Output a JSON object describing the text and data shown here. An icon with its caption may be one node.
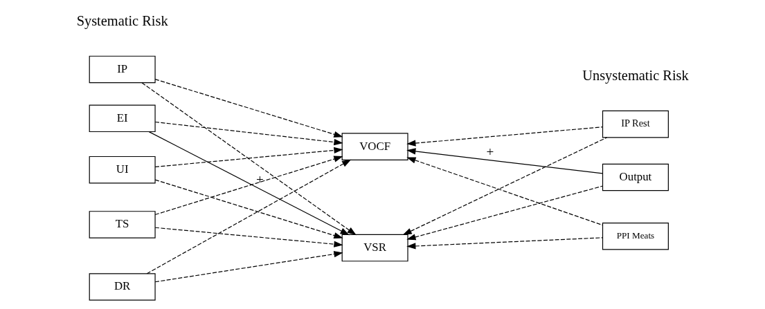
{
  "diagram": {
    "nodes": [
      {
        "text": [
          "IP"
        ]
      },
      {
        "text": [
          "EI"
        ]
      },
      {
        "text": [
          "UI"
        ]
      },
      {
        "text": [
          "TS"
        ]
      },
      {
        "text": [
          "DR"
        ]
      },
      {
        "text": [
          "VSR"
        ]
      },
      {
        "text": [
          "VOCF"
        ]
      },
      {
        "text": [
          "Output"
        ]
      },
      {
        "text": [
          "IP Rest"
        ]
      },
      {
        "text": [
          "PPI Meats"
        ]
      }
    ],
    "edges": [
      {
        "from": 0,
        "to": 5,
        "arrow": "to",
        "style": "dashed"
      },
      {
        "from": 0,
        "to": 6,
        "arrow": "to",
        "style": "dashed"
      },
      {
        "from": 1,
        "to": 5,
        "arrow": "to",
        "label": "+"
      },
      {
        "from": 1,
        "to": 6,
        "arrow": "to",
        "style": "dashed"
      },
      {
        "from": 2,
        "to": 5,
        "arrow": "to",
        "style": "dashed"
      },
      {
        "from": 2,
        "to": 6,
        "arrow": "to",
        "style": "dashed"
      },
      {
        "from": 3,
        "to": 5,
        "arrow": "to",
        "style": "dashed"
      },
      {
        "from": 3,
        "to": 6,
        "arrow": "to",
        "style": "dashed"
      },
      {
        "from": 4,
        "to": 5,
        "arrow": "to",
        "style": "dashed"
      },
      {
        "from": 4,
        "to": 6,
        "arrow": "to",
        "style": "dashed"
      },
      {
        "from": 7,
        "to": 5,
        "arrow": "to",
        "style": "dashed"
      },
      {
        "from": 7,
        "to": 6,
        "arrow": "to",
        "label": "+"
      },
      {
        "from": 8,
        "to": 5,
        "arrow": "to",
        "style": "dashed"
      },
      {
        "from": 8,
        "to": 6,
        "arrow": "to",
        "style": "dashed"
      },
      {
        "from": 9,
        "to": 5,
        "arrow": "to",
        "style": "dashed"
      },
      {
        "from": 9,
        "to": 6,
        "arrow": "to",
        "style": "dashed"
      }
    ],
    "labels": [
      "Systematic Risk",
      "Unsystematic Risk"
    ]
  }
}
